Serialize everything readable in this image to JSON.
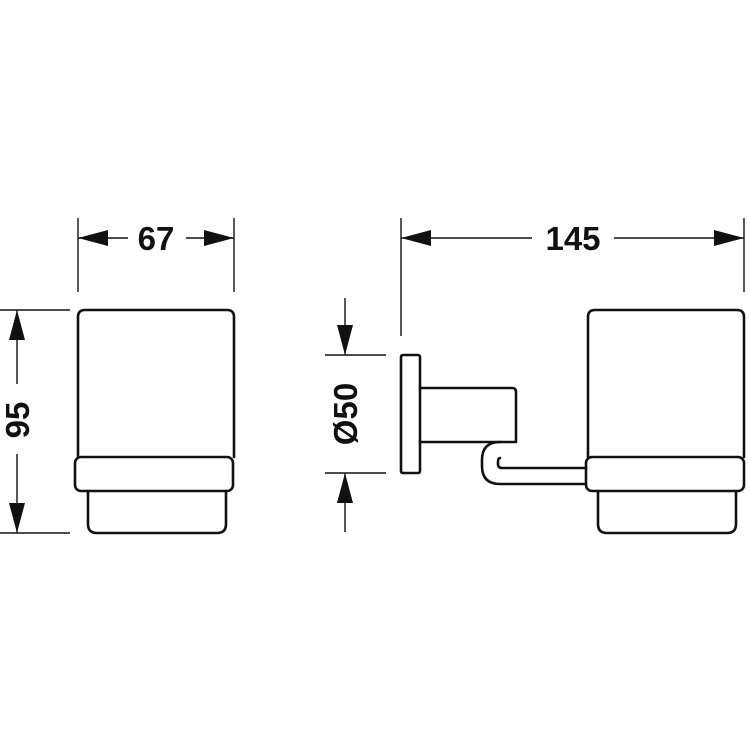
{
  "dimensions": {
    "cup_width": "67",
    "cup_height": "95",
    "rosette_diameter": "Ø50",
    "overall_projection": "145"
  },
  "colors": {
    "line": "#111111",
    "background": "#ffffff"
  }
}
